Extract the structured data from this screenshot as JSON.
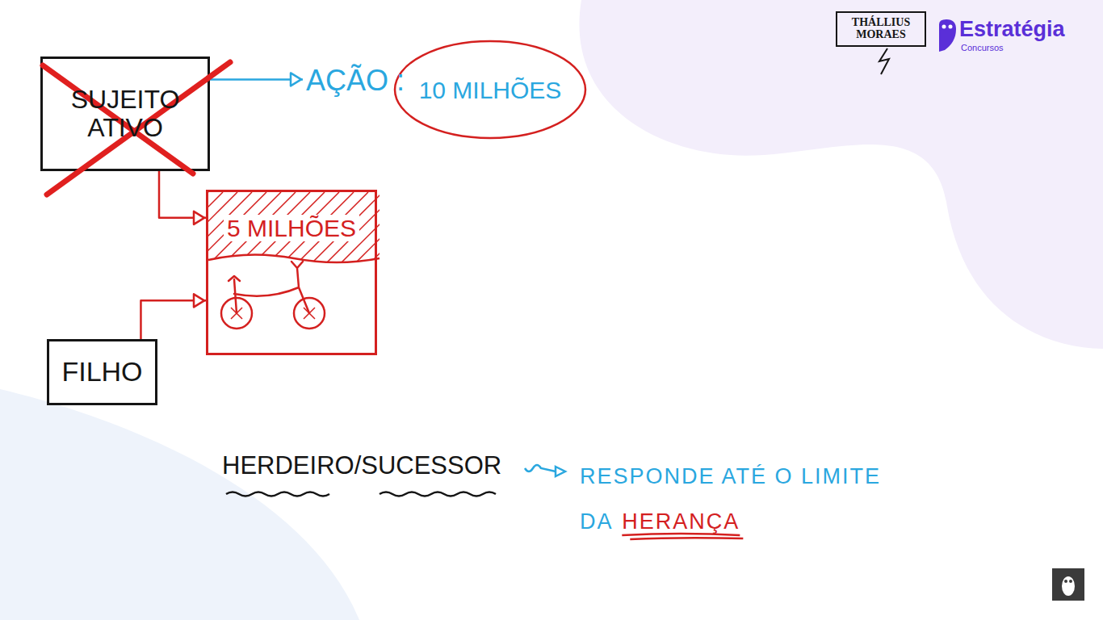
{
  "diagram": {
    "nodes": [
      {
        "text": [
          "SUJEITO ATIVO"
        ]
      },
      {
        "text": [
          "AÇÃO :",
          "10 MILHÕES"
        ]
      },
      {
        "text": [
          "5 MILHÕES"
        ]
      },
      {
        "text": [
          "FILHO"
        ]
      },
      {
        "text": [
          "THÁLLIUS MORAES"
        ]
      }
    ],
    "edges": [
      {
        "from": 0,
        "to": 1,
        "arrow": "to"
      },
      {
        "from": 0,
        "to": 2,
        "arrow": "to"
      },
      {
        "from": 3,
        "to": 2,
        "arrow": "to"
      }
    ],
    "labels": [
      "HERDEIRO/SUCESSOR",
      "RESPONDE ATÉ O LIMITE DA",
      "HERANÇA",
      "Estratégia",
      "Concursos"
    ]
  }
}
